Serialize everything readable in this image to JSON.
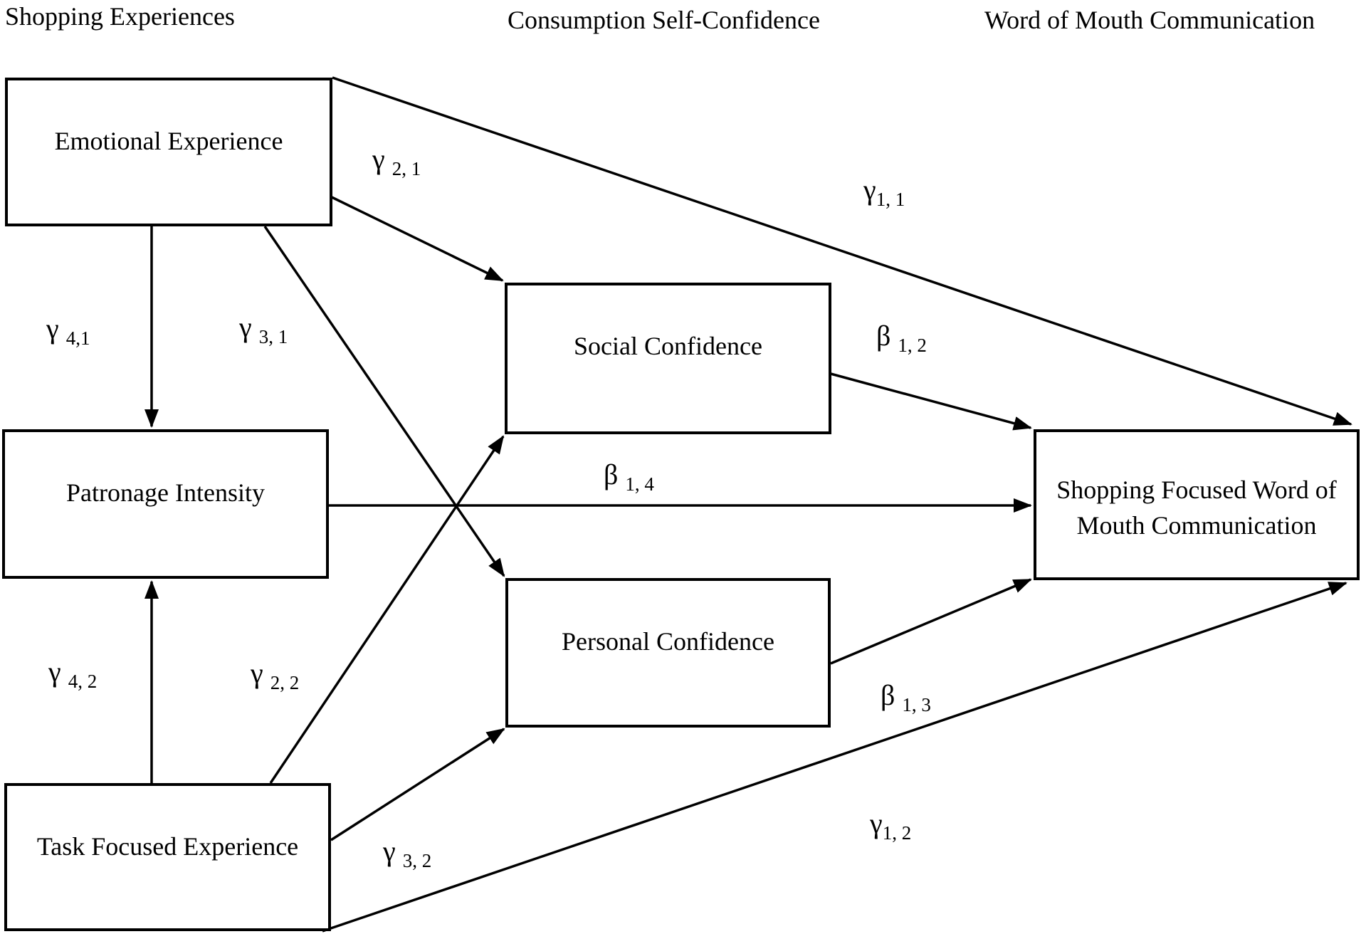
{
  "diagram": {
    "background_color": "#ffffff",
    "line_color": "#000000",
    "column_headers": [
      {
        "id": "shopping-experiences",
        "label": "Shopping Experiences"
      },
      {
        "id": "consumption-self-confidence",
        "label": "Consumption Self-Confidence"
      },
      {
        "id": "word-of-mouth-communication",
        "label": "Word of Mouth Communication"
      }
    ],
    "boxes": [
      {
        "id": "emotional-experience",
        "label": "Emotional Experience"
      },
      {
        "id": "patronage-intensity",
        "label": "Patronage Intensity"
      },
      {
        "id": "task-focused-experience",
        "label": "Task Focused Experience"
      },
      {
        "id": "social-confidence",
        "label": "Social Confidence"
      },
      {
        "id": "personal-confidence",
        "label": "Personal Confidence"
      },
      {
        "id": "shopping-focused-wom",
        "label": "Shopping Focused Word of Mouth Communication"
      }
    ],
    "paths": [
      {
        "id": "gamma-1-1",
        "symbol": "γ",
        "subscript": "1, 1",
        "from": "emotional-experience",
        "to": "shopping-focused-wom"
      },
      {
        "id": "gamma-2-1",
        "symbol": "γ ",
        "subscript": "2, 1",
        "from": "emotional-experience",
        "to": "social-confidence"
      },
      {
        "id": "gamma-3-1",
        "symbol": "γ ",
        "subscript": "3, 1",
        "from": "emotional-experience",
        "to": "personal-confidence"
      },
      {
        "id": "gamma-4-1",
        "symbol": "γ ",
        "subscript": "4,1",
        "from": "emotional-experience",
        "to": "patronage-intensity"
      },
      {
        "id": "beta-1-2",
        "symbol": "β ",
        "subscript": "1, 2",
        "from": "social-confidence",
        "to": "shopping-focused-wom"
      },
      {
        "id": "beta-1-4",
        "symbol": "β ",
        "subscript": "1, 4",
        "from": "patronage-intensity",
        "to": "shopping-focused-wom"
      },
      {
        "id": "gamma-4-2",
        "symbol": "γ ",
        "subscript": "4, 2",
        "from": "task-focused-experience",
        "to": "patronage-intensity"
      },
      {
        "id": "gamma-2-2",
        "symbol": "γ ",
        "subscript": "2, 2",
        "from": "task-focused-experience",
        "to": "social-confidence"
      },
      {
        "id": "beta-1-3",
        "symbol": "β ",
        "subscript": "1, 3",
        "from": "personal-confidence",
        "to": "shopping-focused-wom"
      },
      {
        "id": "gamma-3-2",
        "symbol": "γ ",
        "subscript": "3, 2",
        "from": "task-focused-experience",
        "to": "personal-confidence"
      },
      {
        "id": "gamma-1-2",
        "symbol": "γ",
        "subscript": "1, 2",
        "from": "task-focused-experience",
        "to": "shopping-focused-wom"
      }
    ]
  }
}
